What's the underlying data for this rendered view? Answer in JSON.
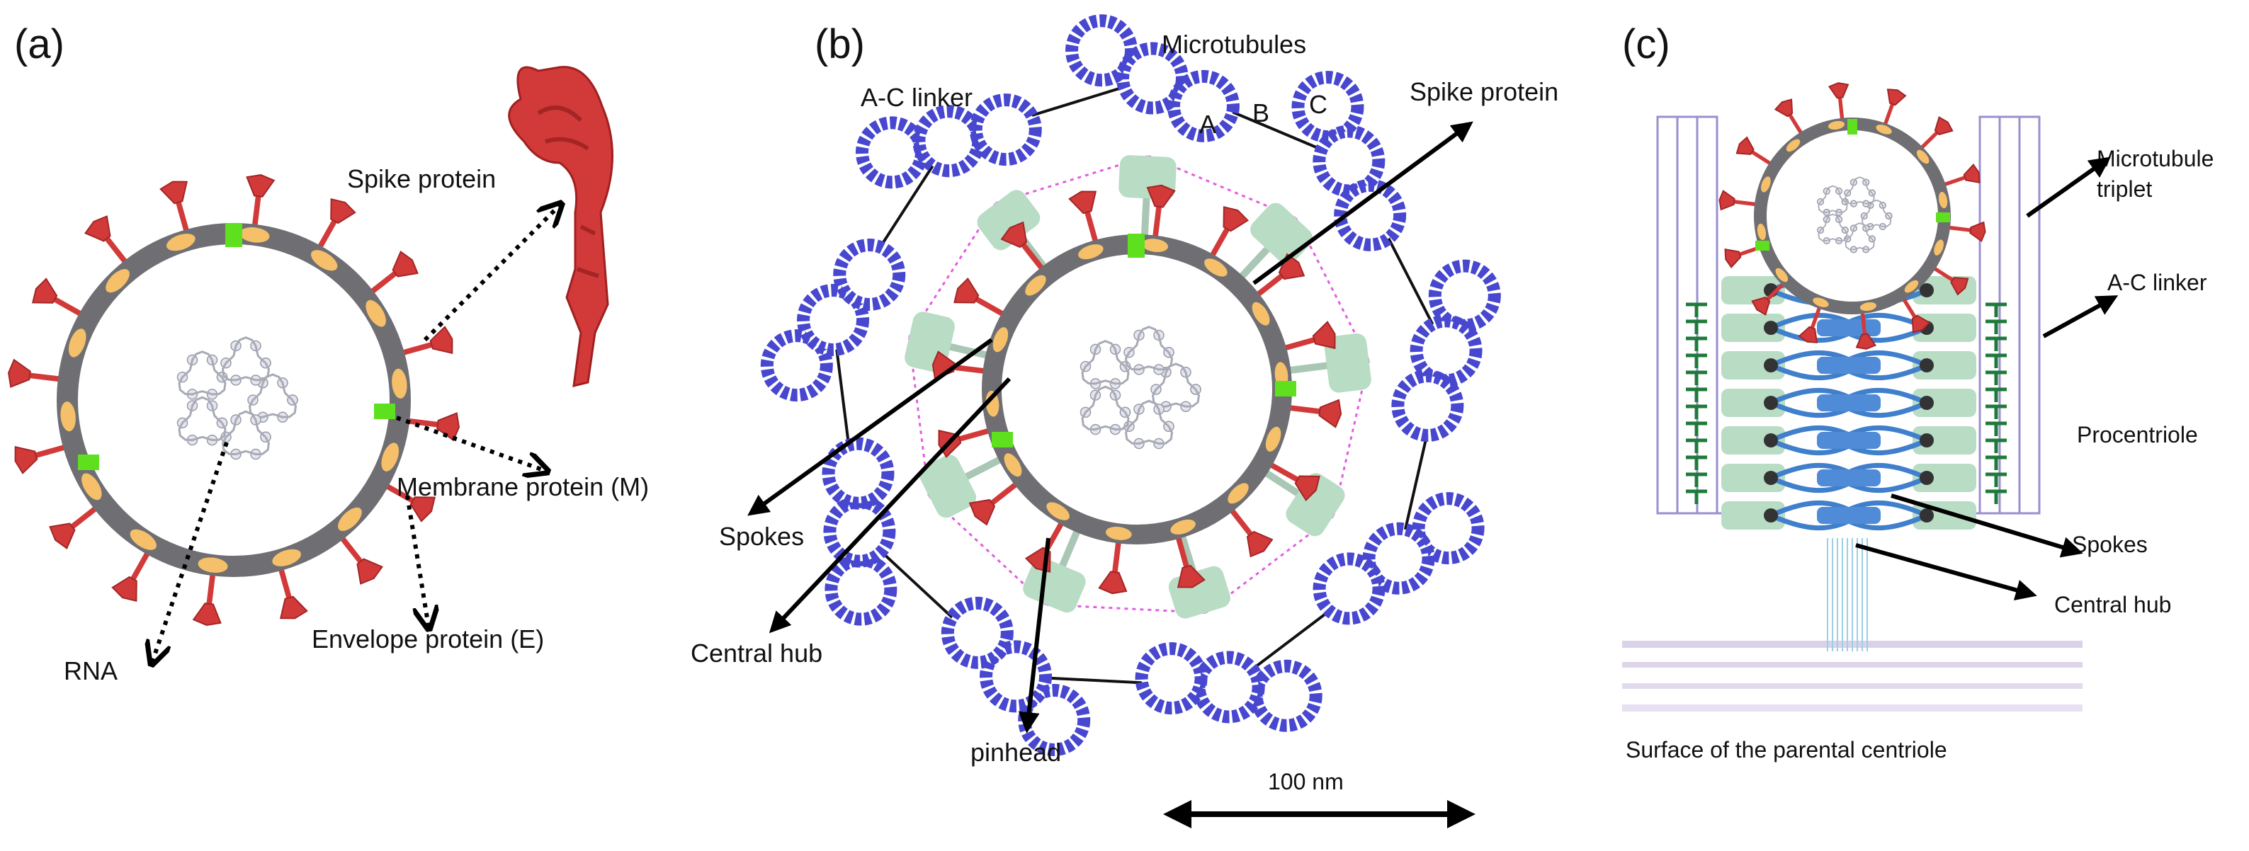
{
  "panels": {
    "a": {
      "letter": "(a)",
      "labels": {
        "spike": "Spike protein",
        "membrane": "Membrane protein (M)",
        "envelope": "Envelope protein (E)",
        "rna": "RNA"
      }
    },
    "b": {
      "letter": "(b)",
      "labels": {
        "microtubules": "Microtubules",
        "ac_linker": "A-C linker",
        "spike": "Spike protein",
        "spokes": "Spokes",
        "central_hub": "Central hub",
        "pinhead": "pinhead",
        "tubule_a": "A",
        "tubule_b": "B",
        "tubule_c": "C"
      },
      "scale_bar": "100 nm"
    },
    "c": {
      "letter": "(c)",
      "labels": {
        "mt_triplet_line1": "Microtubule",
        "mt_triplet_line2": "triplet",
        "ac_linker": "A-C linker",
        "procentriole": "Procentriole",
        "spokes": "Spokes",
        "central_hub": "Central hub",
        "surface": "Surface of the parental centriole"
      }
    }
  },
  "colors": {
    "membrane": "#6f6f73",
    "spike": "#d23a3a",
    "m_protein": "#f5c069",
    "e_protein": "#5fe01f",
    "microtubule": "#4747d0",
    "pinhead": "#b9dcc4",
    "linker": "#e35de0",
    "spoke": "#3f7fcc",
    "procentriole_wall": "#9a8fcf",
    "cilia": "#1e7a3a",
    "surface": "#d8d0e8"
  },
  "icons": [
    "virus-particle",
    "spike-trimer",
    "microtubule-triplet",
    "cartwheel"
  ]
}
